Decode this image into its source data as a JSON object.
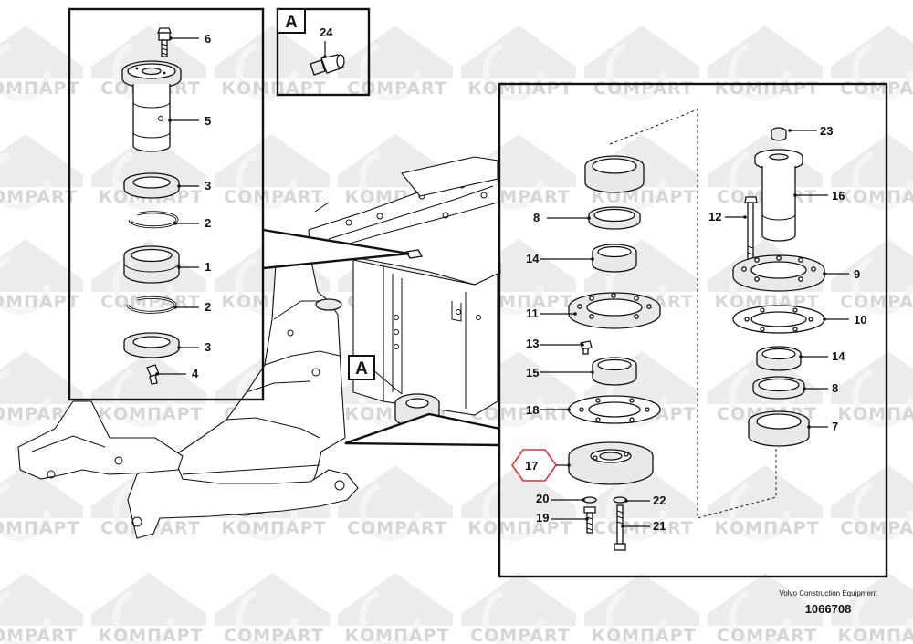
{
  "diagram": {
    "view_letter": "A",
    "callout_letter": "A",
    "watermark_text": [
      "КОМПАРТ",
      "COMPART"
    ],
    "maker": "Volvo Construction Equipment",
    "figure_number": "1066708",
    "highlighted_part": "17",
    "detail_left_labels": [
      "6",
      "5",
      "3",
      "2",
      "1",
      "2",
      "3",
      "4"
    ],
    "view_a_labels": [
      "24"
    ],
    "detail_right_labels": [
      "8",
      "14",
      "11",
      "13",
      "15",
      "18",
      "17",
      "20",
      "19",
      "23",
      "16",
      "12",
      "9",
      "10",
      "14",
      "8",
      "7",
      "22",
      "21"
    ]
  }
}
